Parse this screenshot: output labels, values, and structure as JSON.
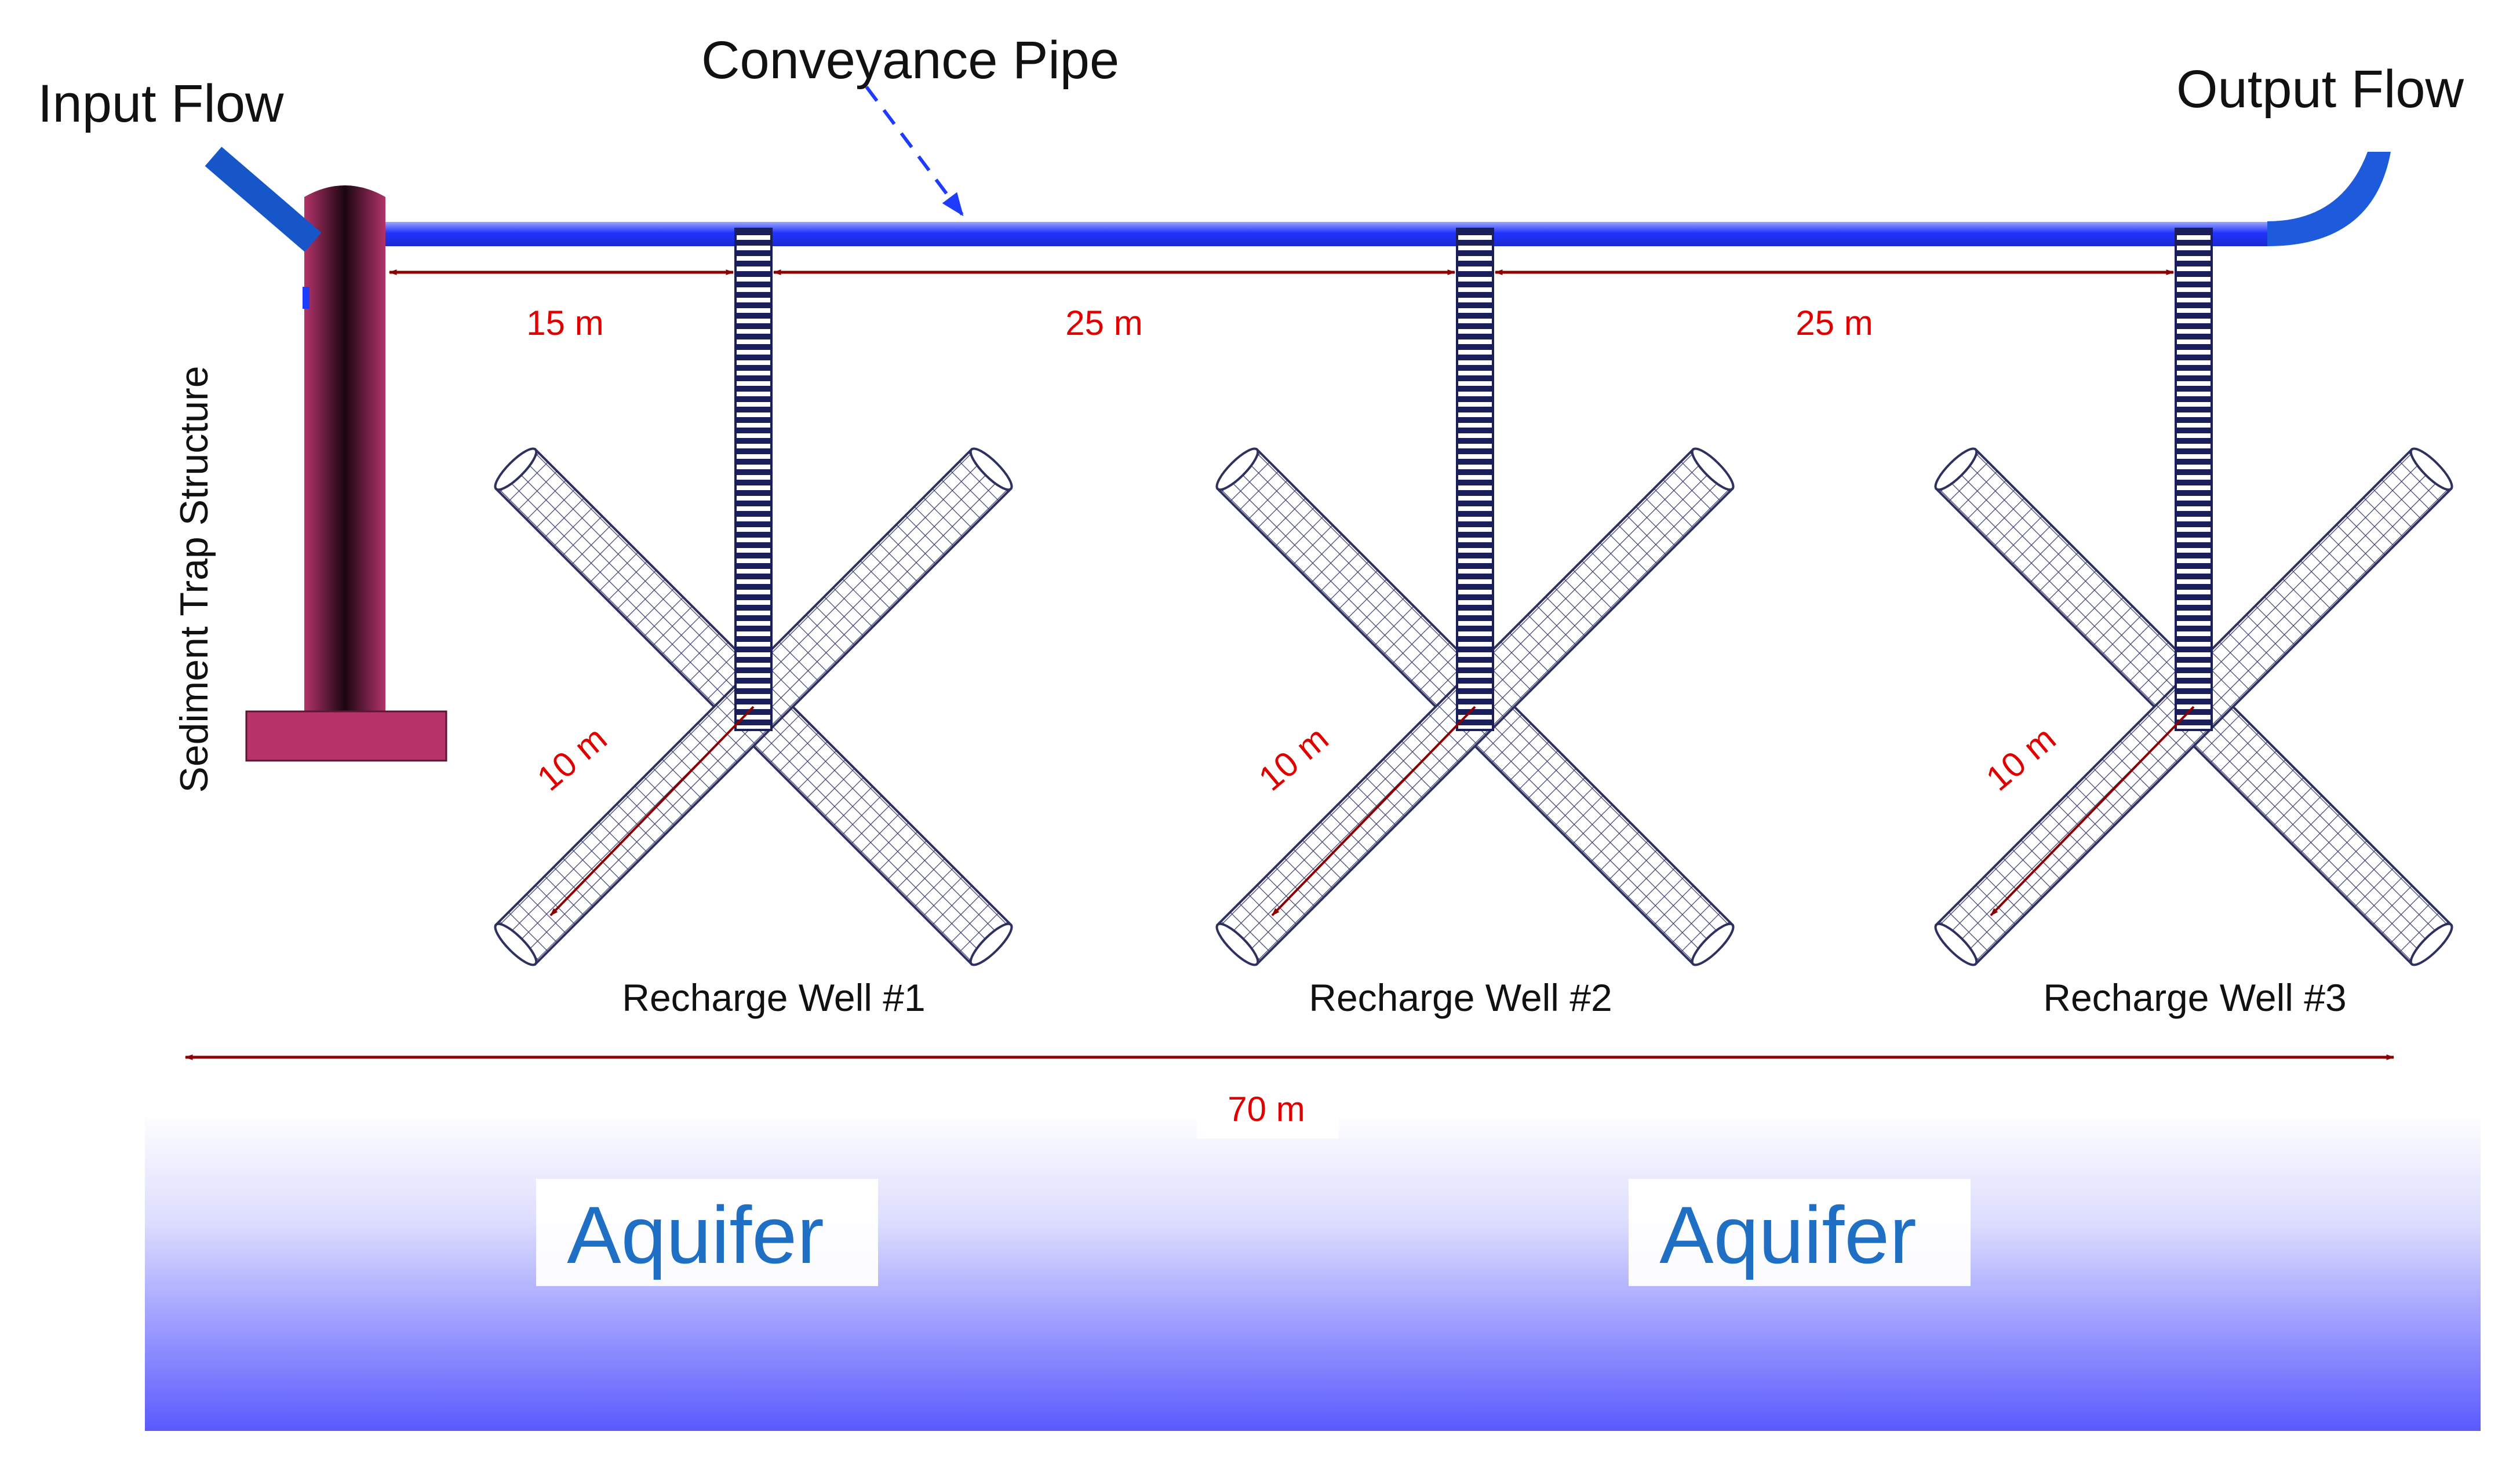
{
  "labels": {
    "input_flow": "Input Flow",
    "output_flow": "Output Flow",
    "conveyance_pipe": "Conveyance Pipe",
    "sediment_trap": "Sediment Trap Structure",
    "aquifer_left": "Aquifer",
    "aquifer_right": "Aquifer"
  },
  "wells": [
    {
      "label": "Recharge Well #1",
      "arm_length": "10 m"
    },
    {
      "label": "Recharge Well #2",
      "arm_length": "10 m"
    },
    {
      "label": "Recharge Well #3",
      "arm_length": "10 m"
    }
  ],
  "spacings": [
    "15 m",
    "25 m",
    "25 m"
  ],
  "total_length": "70 m",
  "colors": {
    "pipe": "#1e3cff",
    "trap": "#b8336a",
    "dimension": "#8b0000",
    "dimension_text": "#e00000",
    "aquifer_text": "#1f6fc4",
    "aquifer_bottom": "#6060ff",
    "well_casing": "#1a1f5c"
  }
}
